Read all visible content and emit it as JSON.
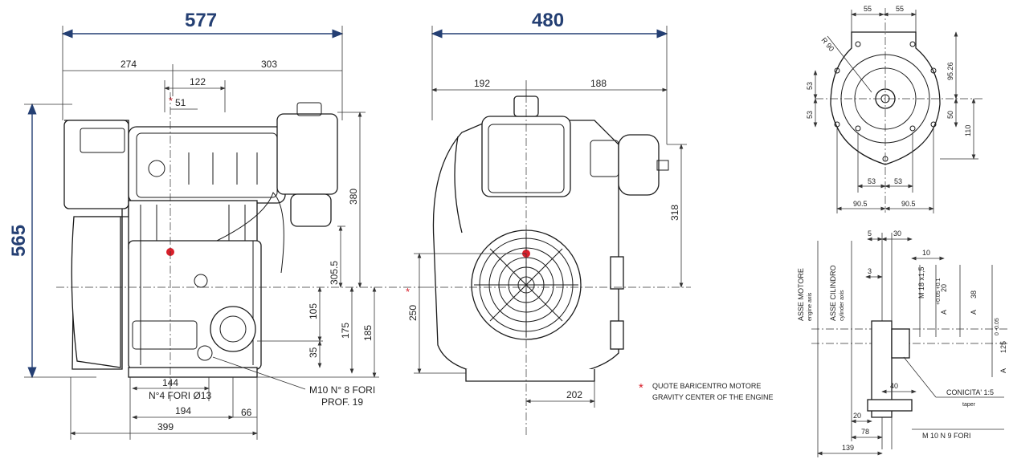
{
  "front_view": {
    "overall_width": "577",
    "overall_height": "565",
    "left_width": "274",
    "right_width": "303",
    "cyl_span": "122",
    "cg_offset": "51",
    "top_height": "380",
    "upper_height": "305.5",
    "mid_height": "105",
    "base_height": "35",
    "crank_height": "175",
    "total_low_height": "185",
    "hole_span_a": "144",
    "holes_label": "N°4 FORI Ø13",
    "hole_span_b": "194",
    "offset_66": "66",
    "base_width": "399",
    "bolt_label": "M10 N° 8 FORI",
    "bolt_depth": "PROF. 19"
  },
  "side_view": {
    "overall_width": "480",
    "left_width": "192",
    "right_width": "188",
    "height_318": "318",
    "cg_height": "250",
    "base_offset": "202"
  },
  "legend": {
    "marker": "*",
    "line1": "QUOTE BARICENTRO MOTORE",
    "line2": "GRAVITY CENTER OF THE ENGINE"
  },
  "flange_view": {
    "top_a": "55",
    "top_b": "55",
    "radius": "R 90",
    "v53a": "53",
    "v53b": "53",
    "v9526": "95.26",
    "v50": "50",
    "v110": "110",
    "h53a": "53",
    "h53b": "53",
    "h905a": "90.5",
    "h905b": "90.5"
  },
  "shaft_view": {
    "d5": "5",
    "d30": "30",
    "d10": "10",
    "d3": "3",
    "asse_motore": "ASSE MOTORE",
    "engine_axis": "engine axis",
    "asse_cilindro": "ASSE CILINDRO",
    "cylinder_axis": "cylinder axis",
    "thread": "M 18 x1,5",
    "dia20": "20",
    "tol20": "+0.05 +0.1",
    "dia38": "38",
    "dia125": "125",
    "tol125": "0 -0.05",
    "d40": "40",
    "d20": "20",
    "d78": "78",
    "d139": "139",
    "taper_label": "CONICITA' 1:5",
    "taper": "taper",
    "thread_holes": "M 10 N 9 FORI",
    "section_a": "A"
  }
}
